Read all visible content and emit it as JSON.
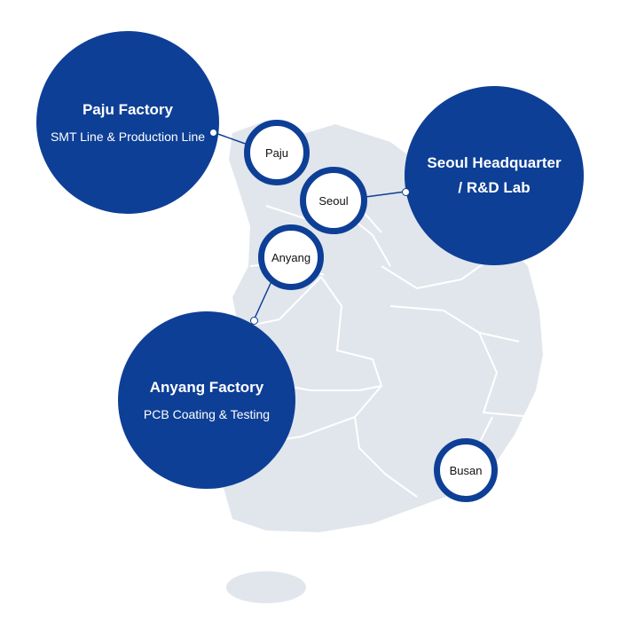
{
  "colors": {
    "land": "#e1e6ed",
    "border": "#ffffff",
    "accent": "#0e3f96"
  },
  "facilities": [
    {
      "title": "Paju Factory",
      "subtitle": "SMT Line & Production Line"
    },
    {
      "title": "Seoul Headquarter",
      "subtitle": "/ R&D Lab"
    },
    {
      "title": "Anyang Factory",
      "subtitle": "PCB Coating & Testing"
    }
  ],
  "pins": [
    "Paju",
    "Seoul",
    "Anyang",
    "Busan"
  ]
}
